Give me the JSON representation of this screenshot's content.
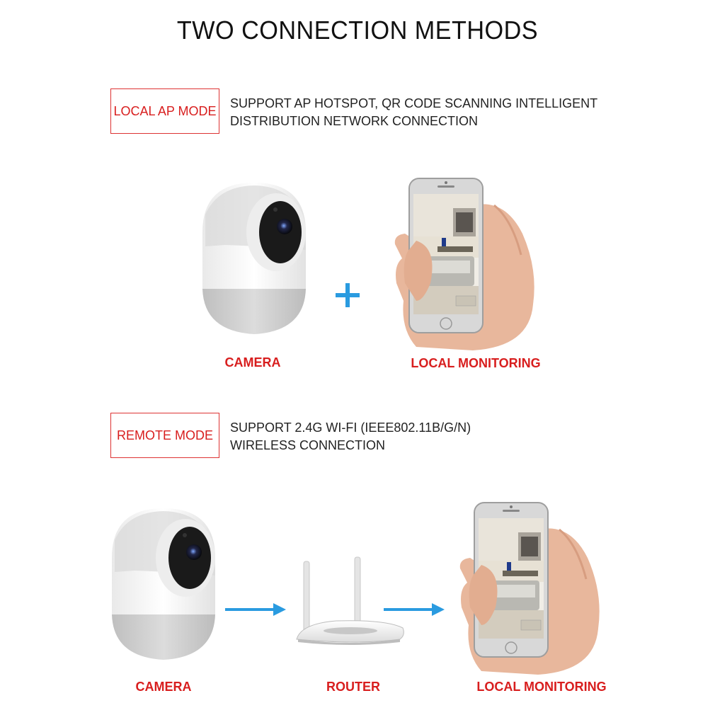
{
  "title": "TWO CONNECTION METHODS",
  "local_mode": {
    "badge": "LOCAL AP MODE",
    "desc_line1": "SUPPORT AP HOTSPOT, QR CODE SCANNING INTELLIGENT",
    "desc_line2": "DISTRIBUTION NETWORK CONNECTION",
    "camera_label": "CAMERA",
    "monitor_label": "LOCAL MONITORING",
    "plus_icon": "plus-icon"
  },
  "remote_mode": {
    "badge": "REMOTE MODE",
    "desc_line1": "SUPPORT 2.4G WI-FI (IEEE802.11B/G/N)",
    "desc_line2": "WIRELESS CONNECTION",
    "camera_label": "CAMERA",
    "router_label": "ROUTER",
    "monitor_label": "LOCAL MONITORING",
    "arrow_icon": "arrow-right-icon"
  },
  "colors": {
    "accent_red": "#d81e1e",
    "arrow_blue": "#2a9be0",
    "camera_white": "#f4f4f4",
    "camera_gray": "#d6d6d6"
  }
}
